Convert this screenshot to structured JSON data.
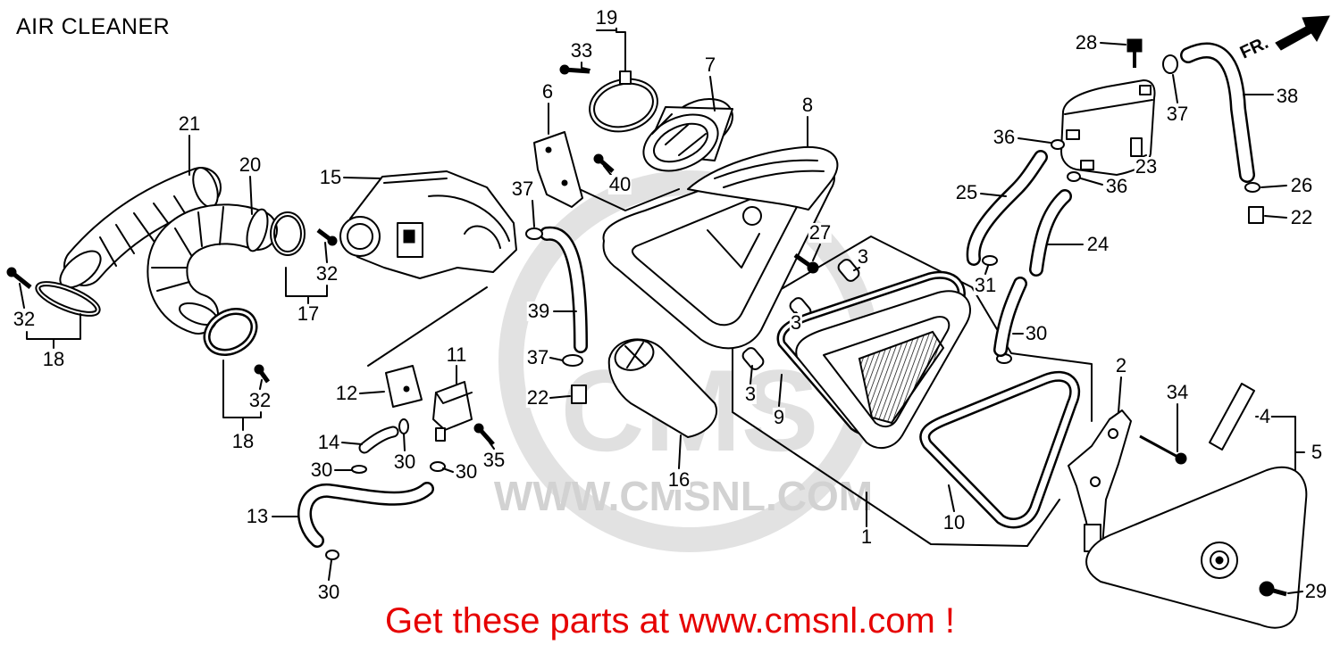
{
  "title": "AIR CLEANER",
  "direction_label": "FR.",
  "watermark": "WWW.CMSNL.COM",
  "watermark_logo": "CMS",
  "footer": "Get these parts at www.cmsnl.com !",
  "colors": {
    "line": "#000000",
    "footer_text": "#e60000",
    "watermark": "#d6d6d6"
  },
  "callouts": [
    "19",
    "33",
    "7",
    "6",
    "8",
    "21",
    "20",
    "15",
    "40",
    "37",
    "27",
    "3",
    "32",
    "17",
    "3",
    "39",
    "32",
    "18",
    "11",
    "37",
    "12",
    "32",
    "22",
    "3",
    "9",
    "18",
    "14",
    "30",
    "35",
    "30",
    "30",
    "16",
    "13",
    "30",
    "1",
    "10",
    "28",
    "38",
    "37",
    "36",
    "23",
    "36",
    "26",
    "25",
    "22",
    "24",
    "31",
    "30",
    "2",
    "34",
    "4",
    "5",
    "29"
  ]
}
